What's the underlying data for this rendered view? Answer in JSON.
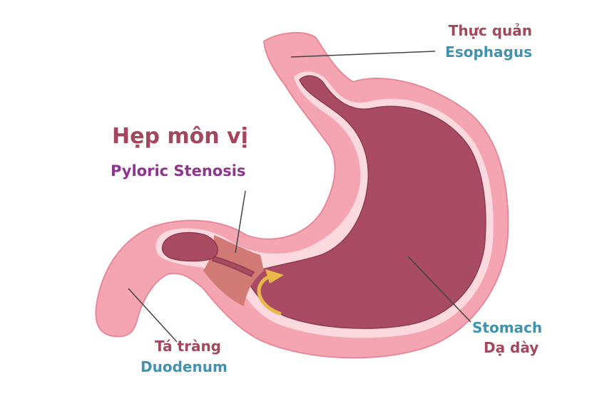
{
  "title": {
    "vi": "Hẹp môn vị",
    "en": "Pyloric Stenosis"
  },
  "labels": {
    "esophagus": {
      "vi": "Thực quản",
      "en": "Esophagus"
    },
    "stomach": {
      "en": "Stomach",
      "vi": "Dạ dày"
    },
    "duodenum": {
      "vi": "Tá tràng",
      "en": "Duodenum"
    }
  },
  "colors": {
    "outer_wall": "#f5a5b1",
    "wall_outline": "#e8899a",
    "inner_lining": "#fbd9de",
    "lumen": "#a94b62",
    "lumen_outline": "#8f3a50",
    "pylorus": "#d27a76",
    "arrow": "#e8b84a",
    "leader_line": "#444444",
    "vi_text": "#a3475e",
    "en_text": "#3f93ae",
    "title_en": "#8e3490"
  }
}
